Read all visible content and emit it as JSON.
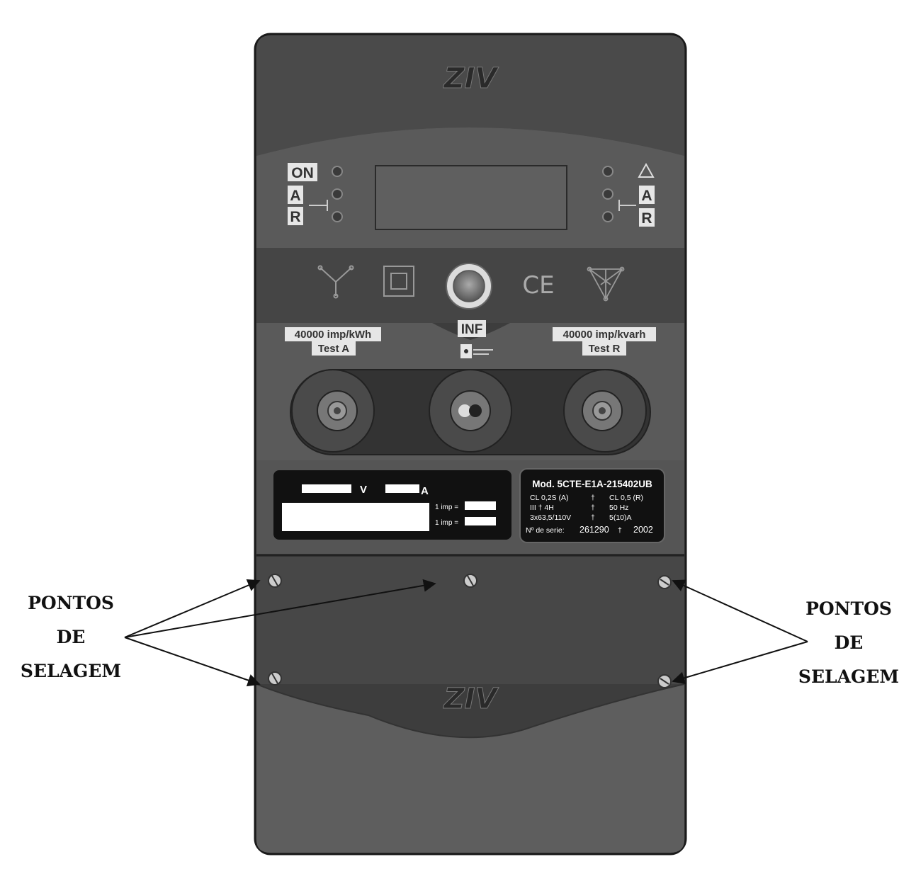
{
  "brand": "ZIV",
  "leds_left": [
    "ON",
    "A",
    "R"
  ],
  "leds_right": [
    "A",
    "R"
  ],
  "inf_button": "INF",
  "test_a": {
    "line1": "40000 imp/kWh",
    "line2": "Test A"
  },
  "test_r": {
    "line1": "40000 imp/kvarh",
    "line2": "Test R"
  },
  "rating_plate": {
    "v_unit": "V",
    "a_unit": "A",
    "imp1": "1 imp =",
    "imp2": "1 imp ="
  },
  "model_plate": {
    "model": "Mod. 5CTE-E1A-215402UB",
    "row1_left": "CL 0,2S (A)",
    "row1_right": "CL 0,5 (R)",
    "row2_left": "III  †  4H",
    "row2_right": "50 Hz",
    "row3_left": "3x63,5/110V",
    "row3_right": "5(10)A",
    "serial_label": "Nº de serie:",
    "serial": "261290",
    "year": "2002"
  },
  "callout_left": [
    "PONTOS",
    "DE",
    "SELAGEM"
  ],
  "callout_right": [
    "PONTOS",
    "DE",
    "SELAGEM"
  ],
  "colors": {
    "body": "#4a4a4a",
    "panel": "#5c5c5c",
    "dark": "#2e2e2e",
    "plate": "#111111"
  }
}
